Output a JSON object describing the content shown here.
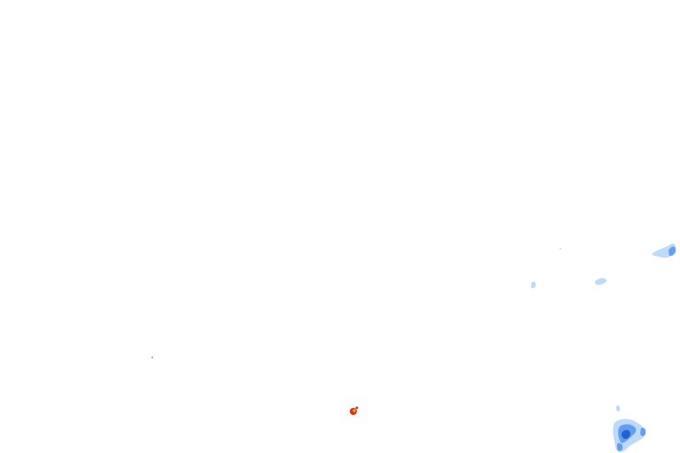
{
  "map": {
    "background_color": "#ffffff",
    "layer": "precipitation-radar-overlay",
    "echo_colors": {
      "light": "#b3d4fa",
      "moderate": "#5a97ee",
      "strong": "#1f5fd6",
      "heavy": "#e0301e",
      "core": "#f2b400"
    },
    "markers": [
      {
        "type": "heavy-precip-cell",
        "color": "#e0301e"
      },
      {
        "type": "speck",
        "color": "#333333"
      }
    ]
  }
}
